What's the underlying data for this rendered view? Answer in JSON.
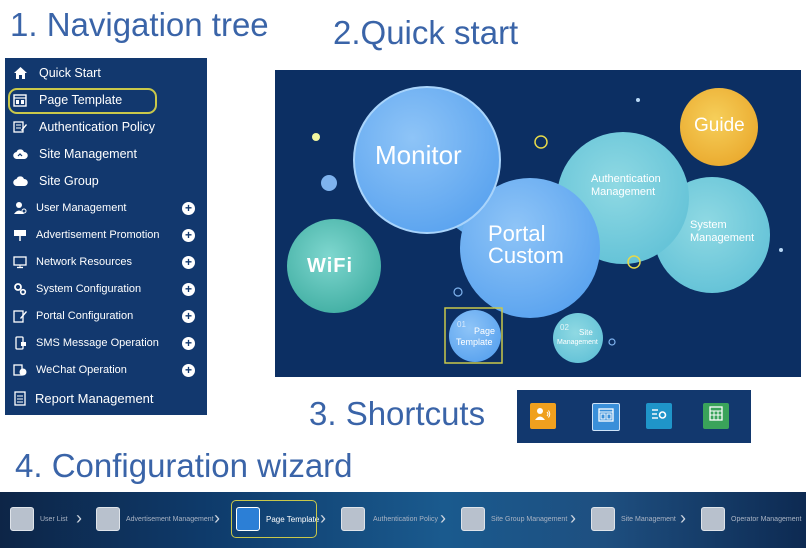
{
  "headings": {
    "nav": "1. Navigation tree",
    "quick_start": "2.Quick start",
    "shortcuts": "3. Shortcuts",
    "wizard": "4. Configuration wizard"
  },
  "nav": {
    "items": [
      {
        "label": "Quick Start",
        "icon": "home-icon"
      },
      {
        "label": "Page Template",
        "icon": "template-icon",
        "selected": true
      },
      {
        "label": "Authentication Policy",
        "icon": "policy-icon"
      },
      {
        "label": "Site Management",
        "icon": "cloud-icon"
      },
      {
        "label": "Site Group",
        "icon": "cloud-group-icon"
      },
      {
        "label": "User Management",
        "icon": "user-icon",
        "expandable": true
      },
      {
        "label": "Advertisement Promotion",
        "icon": "billboard-icon",
        "expandable": true
      },
      {
        "label": "Network Resources",
        "icon": "monitor-icon",
        "expandable": true
      },
      {
        "label": "System Configuration",
        "icon": "gears-icon",
        "expandable": true
      },
      {
        "label": "Portal Configuration",
        "icon": "edit-icon",
        "expandable": true
      },
      {
        "label": "SMS Message Operation",
        "icon": "sms-icon",
        "expandable": true
      },
      {
        "label": "WeChat Operation",
        "icon": "wechat-icon",
        "expandable": true
      },
      {
        "label": "Report Management",
        "icon": "report-icon"
      }
    ],
    "expand_symbol": "+"
  },
  "quick_start": {
    "monitor": "Monitor",
    "portal_line1": "Portal",
    "portal_line2": "Custom",
    "auth_line1": "Authentication",
    "auth_line2": "Management",
    "system_line1": "System",
    "system_line2": "Management",
    "guide": "Guide",
    "wifi": "WiFi",
    "step1_num": "01",
    "step1_line1": "Page",
    "step1_line2": "Template",
    "step2_num": "02",
    "step2_line1": "Site",
    "step2_line2": "Management"
  },
  "shortcuts": [
    {
      "icon": "user-sound-icon",
      "color": "#f0a01e"
    },
    {
      "icon": "template-icon",
      "color": "#3a8fd9"
    },
    {
      "icon": "settings-list-icon",
      "color": "#1f95c9"
    },
    {
      "icon": "calculator-icon",
      "color": "#3aa35a"
    }
  ],
  "wizard": {
    "steps": [
      {
        "label": "User List",
        "icon": "user-icon"
      },
      {
        "label": "Advertisement Management",
        "icon": "clock-icon"
      },
      {
        "label": "Page Template",
        "icon": "template-icon",
        "active": true
      },
      {
        "label": "Authentication Policy",
        "icon": "policy-icon"
      },
      {
        "label": "Site Group Management",
        "icon": "cloud-group-icon"
      },
      {
        "label": "Site Management",
        "icon": "cloud-icon"
      },
      {
        "label": "Operator Management",
        "icon": "operator-icon"
      }
    ]
  },
  "colors": {
    "heading": "#3a64a8",
    "nav_bg": "#12386e",
    "highlight": "#c9c84a"
  }
}
